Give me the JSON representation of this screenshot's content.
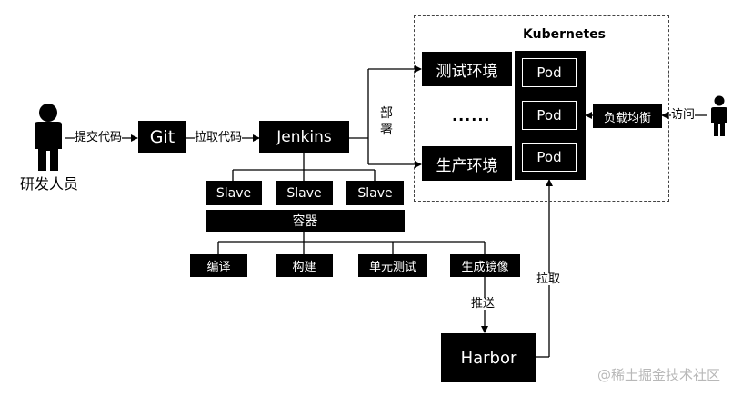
{
  "kubernetes": {
    "title": "Kubernetes",
    "test_env": "测试环境",
    "ellipsis": "......",
    "prod_env": "生产环境",
    "pods": [
      "Pod",
      "Pod",
      "Pod"
    ],
    "load_balancer": "负载均衡"
  },
  "actors": {
    "developer": "研发人员"
  },
  "flow": {
    "submit_code": "提交代码",
    "git": "Git",
    "pull_code": "拉取代码",
    "jenkins": "Jenkins",
    "deploy": "部署",
    "access": "访问",
    "slaves": [
      "Slave",
      "Slave",
      "Slave"
    ],
    "container": "容器",
    "steps": [
      "编译",
      "构建",
      "单元测试",
      "生成镜像"
    ],
    "push": "推送",
    "pull": "拉取",
    "harbor": "Harbor"
  },
  "watermark": "@稀土掘金技术社区"
}
